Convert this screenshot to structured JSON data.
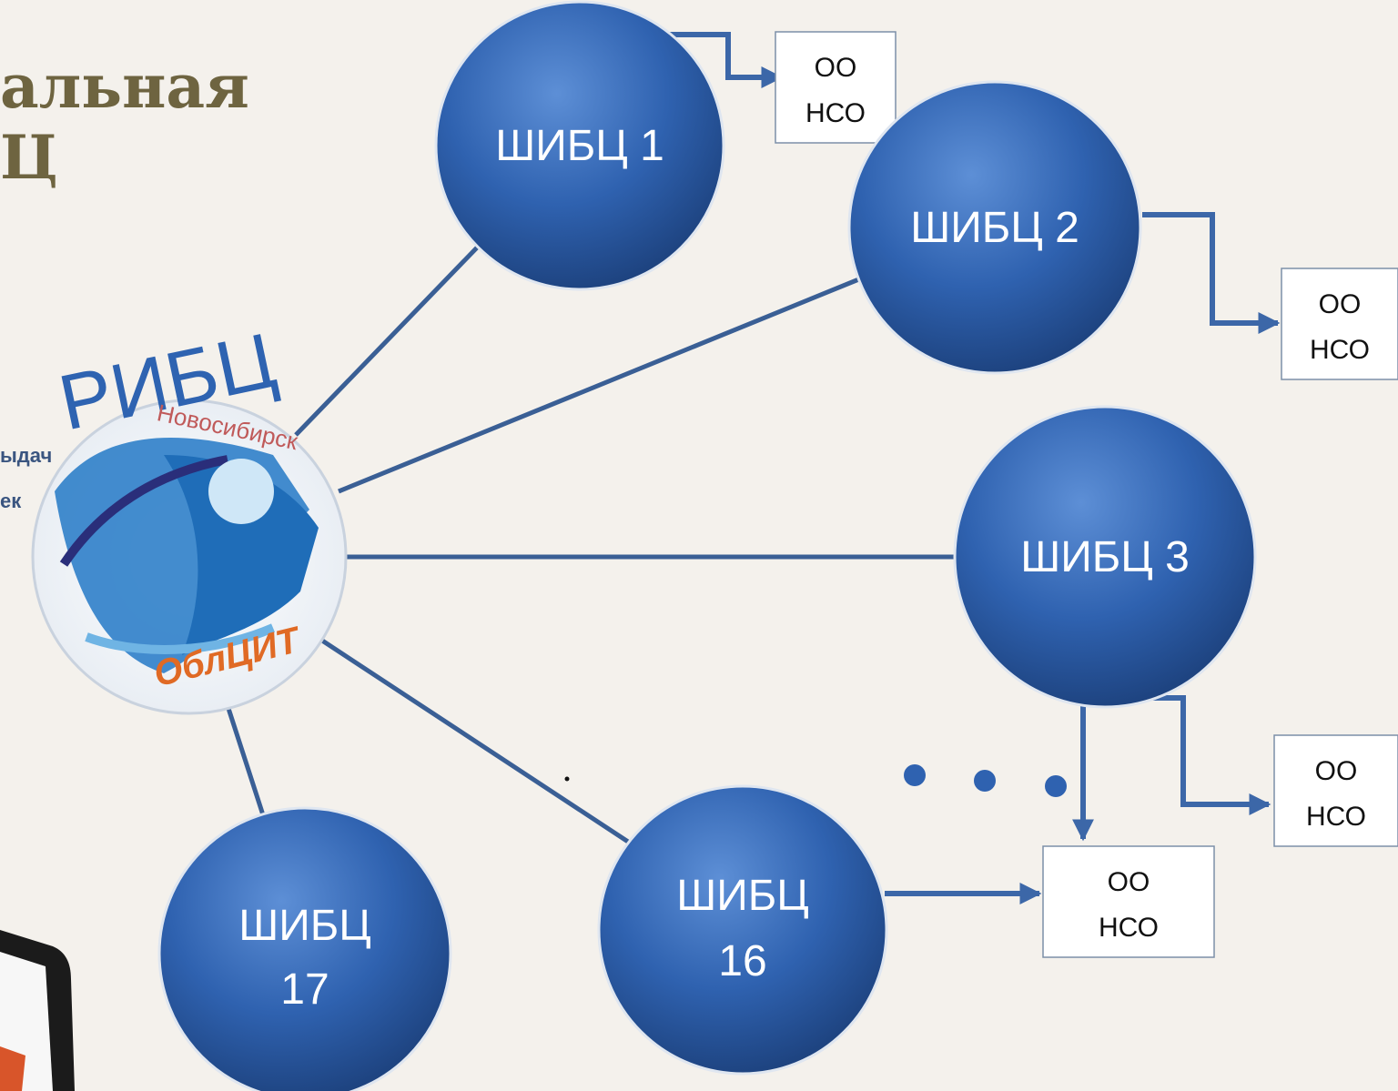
{
  "title": {
    "line1": "альная",
    "line2": "Ц"
  },
  "side_text": {
    "line1": "ыдач",
    "line2": "ек"
  },
  "logo": {
    "arc_text": "РИБЦ",
    "city_text": "Новосибирск",
    "org_text": "ОблЦИТ"
  },
  "nodes": [
    {
      "id": "shibc1",
      "lines": [
        "ШИБЦ 1"
      ]
    },
    {
      "id": "shibc2",
      "lines": [
        "ШИБЦ 2"
      ]
    },
    {
      "id": "shibc3",
      "lines": [
        "ШИБЦ 3"
      ]
    },
    {
      "id": "shibc16",
      "lines": [
        "ШИБЦ",
        "16"
      ]
    },
    {
      "id": "shibc17",
      "lines": [
        "ШИБЦ",
        "17"
      ]
    }
  ],
  "boxes": [
    {
      "id": "box1",
      "lines": [
        "ОО",
        "НСО"
      ]
    },
    {
      "id": "box2",
      "lines": [
        "ОО",
        "НСО"
      ]
    },
    {
      "id": "box3",
      "lines": [
        "ОО",
        "НСО"
      ]
    },
    {
      "id": "box4",
      "lines": [
        "ОО",
        "НСО"
      ]
    }
  ],
  "colors": {
    "node_fill": "#2f62b0",
    "line": "#3a5f95",
    "arrow": "#3c67a8",
    "title": "#6e6440",
    "background": "#f4f1ec"
  }
}
